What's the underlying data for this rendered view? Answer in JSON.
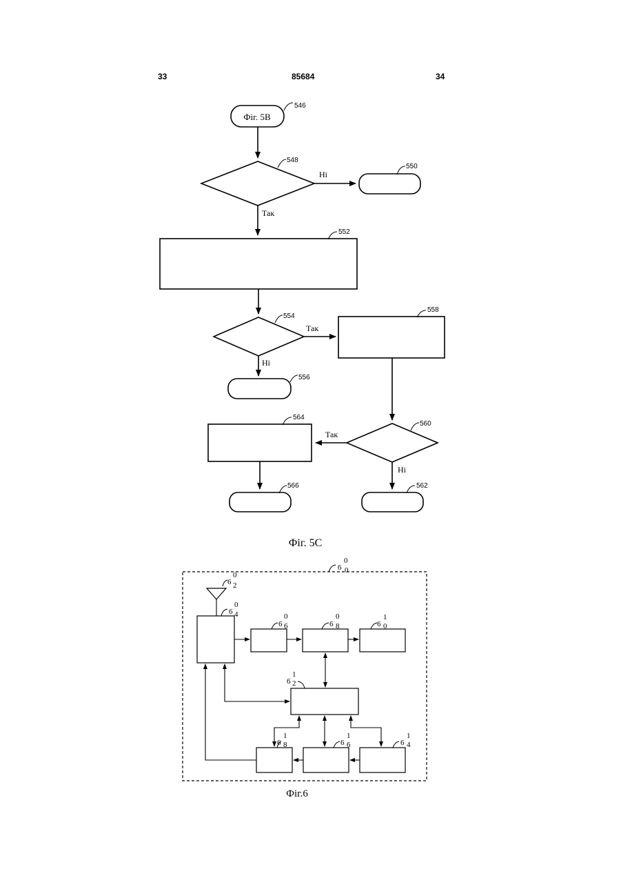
{
  "header": {
    "left": "33",
    "center": "85684",
    "right": "34"
  },
  "fig5c": {
    "caption": "Фіг. 5С",
    "nodes": {
      "n546": {
        "ref": "546",
        "text": "Фіг. 5В"
      },
      "n548": {
        "ref": "548"
      },
      "n550": {
        "ref": "550"
      },
      "n552": {
        "ref": "552"
      },
      "n554": {
        "ref": "554"
      },
      "n556": {
        "ref": "556"
      },
      "n558": {
        "ref": "558"
      },
      "n560": {
        "ref": "560"
      },
      "n562": {
        "ref": "562"
      },
      "n564": {
        "ref": "564"
      },
      "n566": {
        "ref": "566"
      }
    },
    "edge_labels": {
      "e548_no": "Ні",
      "e548_yes": "Так",
      "e554_yes": "Так",
      "e554_no": "Ні",
      "e560_yes": "Так",
      "e560_no": "Ні"
    }
  },
  "fig6": {
    "caption": "Фіг.6",
    "refs": {
      "r600": [
        "6",
        "0",
        "0"
      ],
      "r602": [
        "6",
        "0",
        "2"
      ],
      "r604": [
        "6",
        "0",
        "4"
      ],
      "r606": [
        "6",
        "0",
        "6"
      ],
      "r608": [
        "6",
        "0",
        "8"
      ],
      "r610": [
        "6",
        "1",
        "0"
      ],
      "r612": [
        "6",
        "1",
        "2"
      ],
      "r614": [
        "6",
        "1",
        "4"
      ],
      "r616": [
        "6",
        "1",
        "6"
      ],
      "r618": [
        "6",
        "1",
        "8"
      ]
    }
  }
}
